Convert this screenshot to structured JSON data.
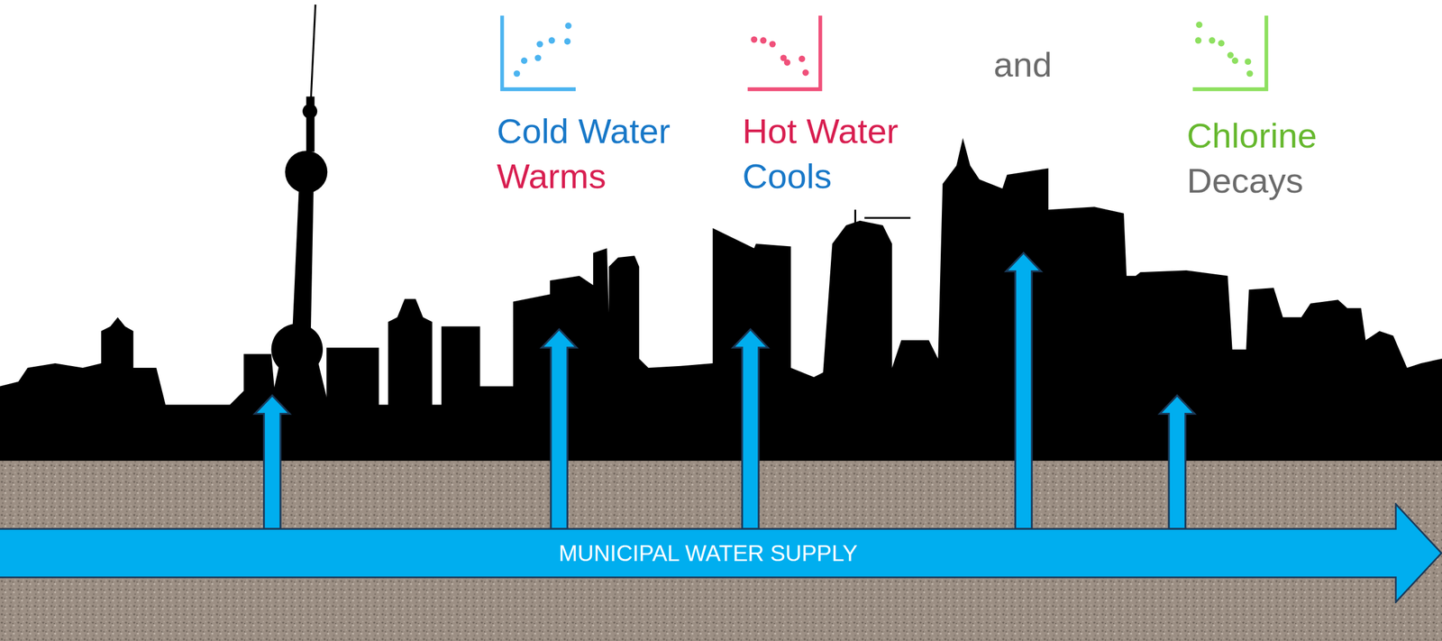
{
  "diagram": {
    "nodes": [
      {
        "text": [
          "MUNICIPAL WATER SUPPLY"
        ]
      }
    ],
    "edges": [],
    "labels": [
      "Cold Water",
      "Warms",
      "Hot Water",
      "Cools",
      "and",
      "Chlorine",
      "Decays"
    ]
  }
}
